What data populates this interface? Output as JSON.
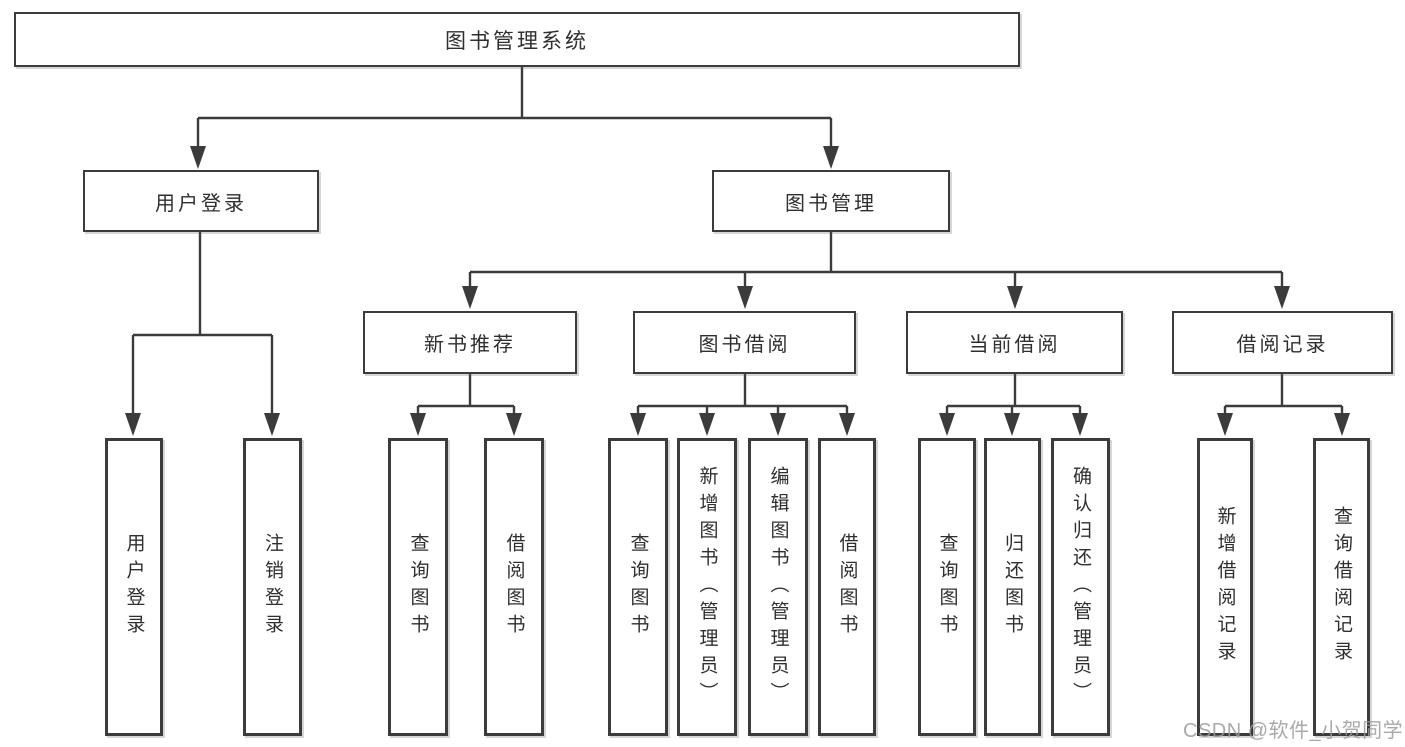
{
  "colors": {
    "background": "#ffffff",
    "line": "#3b3b3b",
    "box_border": "#3b3b3b",
    "text": "#2f2f2f",
    "watermark": "#9b9b9b"
  },
  "tree": {
    "root": {
      "label": "图书管理系统"
    },
    "branches": [
      {
        "label": "用户登录",
        "children": [
          {
            "label": "用户登录"
          },
          {
            "label": "注销登录"
          }
        ]
      },
      {
        "label": "图书管理",
        "sections": [
          {
            "label": "新书推荐",
            "children": [
              {
                "label": "查询图书"
              },
              {
                "label": "借阅图书"
              }
            ]
          },
          {
            "label": "图书借阅",
            "children": [
              {
                "label": "查询图书"
              },
              {
                "label": "新增图书（管理员）"
              },
              {
                "label": "编辑图书（管理员）"
              },
              {
                "label": "借阅图书"
              }
            ]
          },
          {
            "label": "当前借阅",
            "children": [
              {
                "label": "查询图书"
              },
              {
                "label": "归还图书"
              },
              {
                "label": "确认归还（管理员）"
              }
            ]
          },
          {
            "label": "借阅记录",
            "children": [
              {
                "label": "新增借阅记录"
              },
              {
                "label": "查询借阅记录"
              }
            ]
          }
        ]
      }
    ]
  },
  "watermark": {
    "text": "CSDN @软件_小贺同学"
  }
}
